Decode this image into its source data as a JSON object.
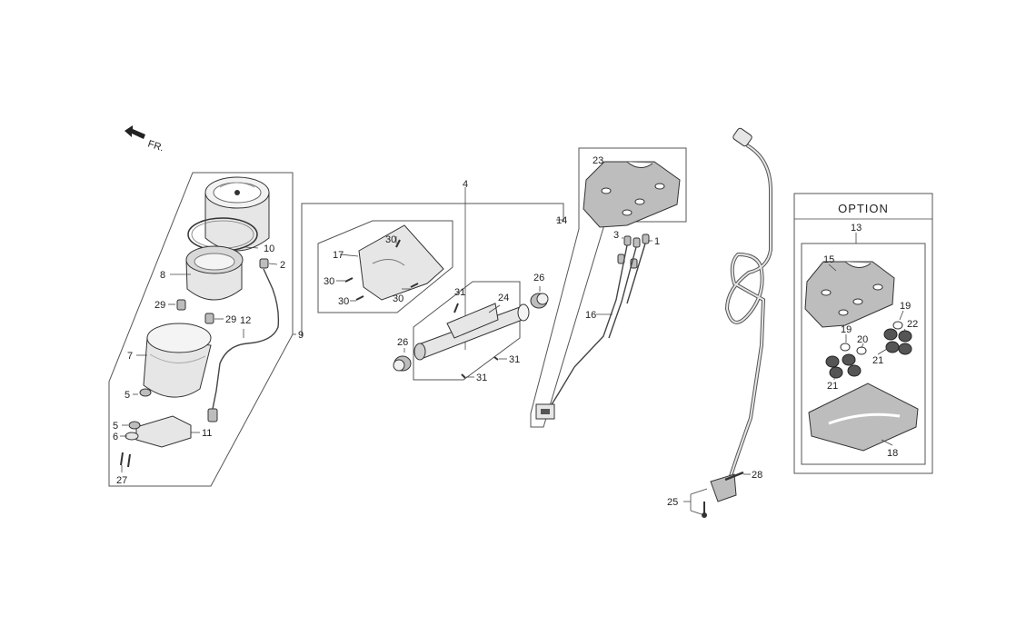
{
  "direction_label": "FR.",
  "option_title": "OPTION",
  "callouts": {
    "c1": "1",
    "c2": "2",
    "c3": "3",
    "c4": "4",
    "c5a": "5",
    "c5b": "5",
    "c6": "6",
    "c7": "7",
    "c8": "8",
    "c9": "9",
    "c10": "10",
    "c11": "11",
    "c12": "12",
    "c13": "13",
    "c14": "14",
    "c15": "15",
    "c16": "16",
    "c17": "17",
    "c18": "18",
    "c19a": "19",
    "c19b": "19",
    "c20": "20",
    "c21a": "21",
    "c21b": "21",
    "c22": "22",
    "c23": "23",
    "c24": "24",
    "c25": "25",
    "c26a": "26",
    "c26b": "26",
    "c27": "27",
    "c28": "28",
    "c29a": "29",
    "c29b": "29",
    "c30a": "30",
    "c30b": "30",
    "c30c": "30",
    "c30d": "30",
    "c31a": "31",
    "c31b": "31",
    "c31c": "31"
  }
}
